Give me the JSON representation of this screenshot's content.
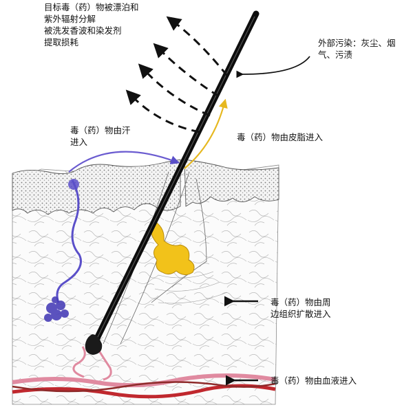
{
  "labels": {
    "top_left": [
      "目标毒（药）物被漂泊和",
      "紫外辐射分解",
      "被洗发香波和染发剂",
      "提取损耗"
    ],
    "external": [
      "外部污染：灰尘、烟",
      "气、污渍"
    ],
    "sebum": [
      "毒（药）物由皮脂进入"
    ],
    "sweat": [
      "毒（药）物由汗",
      "进入"
    ],
    "diffusion": [
      "毒（药）物由周",
      "边组织扩散进入"
    ],
    "blood": [
      "毒（药）物由血液进入"
    ]
  },
  "colors": {
    "ink": "#111111",
    "hair": "#0d0d0d",
    "sweat_gland": "#5a4fc9",
    "sebaceous": "#f2c21a",
    "sebum_arrow": "#e6b820",
    "sweat_arrow": "#6a5bd0",
    "blood_red": "#c0282e",
    "blood_pink": "#e08aa0",
    "epidermis": "#d9d9d9"
  },
  "icons": [
    "dashed-arc-arrow",
    "black-arrow-left"
  ]
}
